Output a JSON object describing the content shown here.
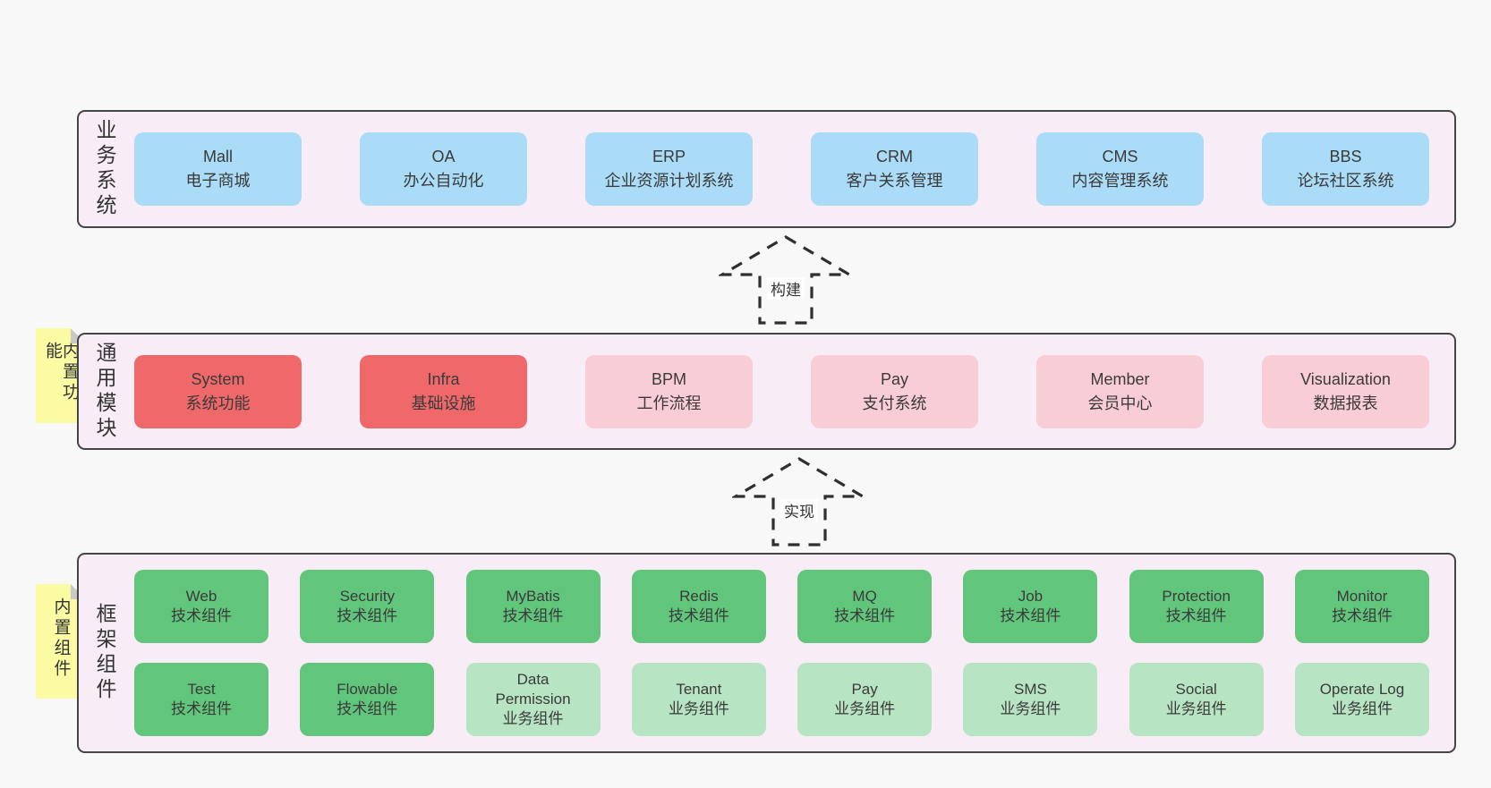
{
  "diagram": {
    "colors": {
      "page_bg": "#f8f8f8",
      "container_bg": "#f8edf6",
      "container_border": "#454545",
      "box_blue": "#abdcf7",
      "box_red": "#f0696a",
      "box_pink": "#f9cdd5",
      "box_green": "#61c67b",
      "box_light_green": "#b7e4c2",
      "sticky_yellow": "#fbfba4",
      "sticky_fold_gray": "#c9c9c9",
      "text": "#3a3a3a"
    },
    "arrows": [
      {
        "label": "构建"
      },
      {
        "label": "实现"
      }
    ],
    "sections": [
      {
        "label": "业务系统",
        "boxes": [
          {
            "title": "Mall",
            "subtitle": "电子商城"
          },
          {
            "title": "OA",
            "subtitle": "办公自动化"
          },
          {
            "title": "ERP",
            "subtitle": "企业资源计划系统"
          },
          {
            "title": "CRM",
            "subtitle": "客户关系管理"
          },
          {
            "title": "CMS",
            "subtitle": "内容管理系统"
          },
          {
            "title": "BBS",
            "subtitle": "论坛社区系统"
          }
        ]
      },
      {
        "label": "通用模块",
        "sticky": "内置功能",
        "boxes": [
          {
            "title": "System",
            "subtitle": "系统功能"
          },
          {
            "title": "Infra",
            "subtitle": "基础设施"
          },
          {
            "title": "BPM",
            "subtitle": "工作流程"
          },
          {
            "title": "Pay",
            "subtitle": "支付系统"
          },
          {
            "title": "Member",
            "subtitle": "会员中心"
          },
          {
            "title": "Visualization",
            "subtitle": "数据报表"
          }
        ]
      },
      {
        "label": "框架组件",
        "sticky": "内置组件",
        "boxes": [
          {
            "title": "Web",
            "subtitle": "技术组件"
          },
          {
            "title": "Security",
            "subtitle": "技术组件"
          },
          {
            "title": "MyBatis",
            "subtitle": "技术组件"
          },
          {
            "title": "Redis",
            "subtitle": "技术组件"
          },
          {
            "title": "MQ",
            "subtitle": "技术组件"
          },
          {
            "title": "Job",
            "subtitle": "技术组件"
          },
          {
            "title": "Protection",
            "subtitle": "技术组件"
          },
          {
            "title": "Monitor",
            "subtitle": "技术组件"
          },
          {
            "title": "Test",
            "subtitle": "技术组件"
          },
          {
            "title": "Flowable",
            "subtitle": "技术组件"
          },
          {
            "title": "Data Permission",
            "subtitle": "业务组件"
          },
          {
            "title": "Tenant",
            "subtitle": "业务组件"
          },
          {
            "title": "Pay",
            "subtitle": "业务组件"
          },
          {
            "title": "SMS",
            "subtitle": "业务组件"
          },
          {
            "title": "Social",
            "subtitle": "业务组件"
          },
          {
            "title": "Operate Log",
            "subtitle": "业务组件"
          }
        ]
      }
    ]
  }
}
